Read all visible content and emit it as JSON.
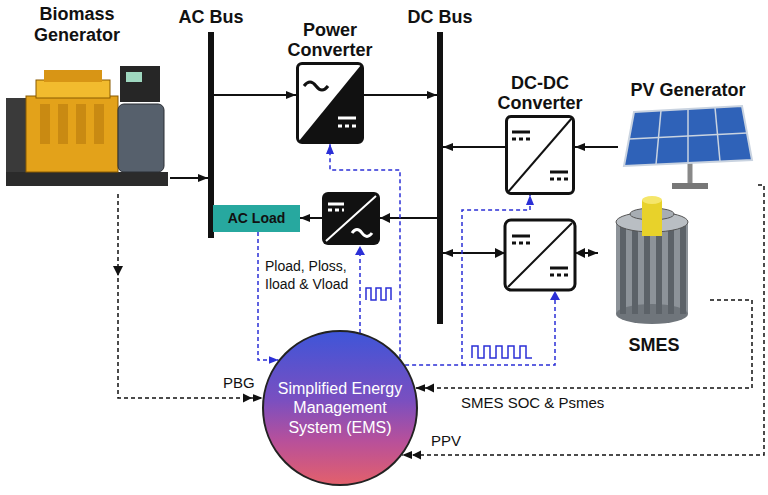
{
  "diagram": {
    "nodes": [
      {
        "text": [
          "Biomass Generator"
        ]
      },
      {
        "text": [
          "AC Bus"
        ]
      },
      {
        "text": [
          "Power Converter"
        ]
      },
      {
        "text": [
          "DC Bus"
        ]
      },
      {
        "text": [
          "DC-DC Converter"
        ]
      },
      {
        "text": [
          "PV Generator"
        ]
      },
      {
        "text": [
          "AC Load"
        ]
      },
      {
        "text": [
          "SMES"
        ]
      },
      {
        "text": [
          "Simplified Energy Management System (EMS)"
        ]
      }
    ],
    "edges": [
      {
        "from": 0,
        "to": 1,
        "arrow": "to"
      },
      {
        "from": 1,
        "to": 2,
        "arrow": "to"
      },
      {
        "from": 2,
        "to": 3,
        "arrow": "to"
      },
      {
        "from": 4,
        "to": 3,
        "arrow": "to"
      },
      {
        "from": 5,
        "to": 4,
        "arrow": "to"
      },
      {
        "from": 3,
        "to": 6,
        "arrow": "to"
      },
      {
        "from": 3,
        "to": 7,
        "arrow": "both"
      },
      {
        "from": 0,
        "to": 8,
        "label": "PBG",
        "arrow": "to"
      },
      {
        "from": 7,
        "to": 8,
        "label": "SMES SOC & Psmes",
        "arrow": "to"
      },
      {
        "from": 5,
        "to": 8,
        "label": "PPV",
        "arrow": "to"
      },
      {
        "from": 6,
        "to": 8,
        "label": "Pload, Ploss, Iload & Vload",
        "arrow": "to"
      },
      {
        "from": 8,
        "to": 2,
        "arrow": "to"
      },
      {
        "from": 8,
        "to": 4,
        "arrow": "to"
      }
    ]
  }
}
